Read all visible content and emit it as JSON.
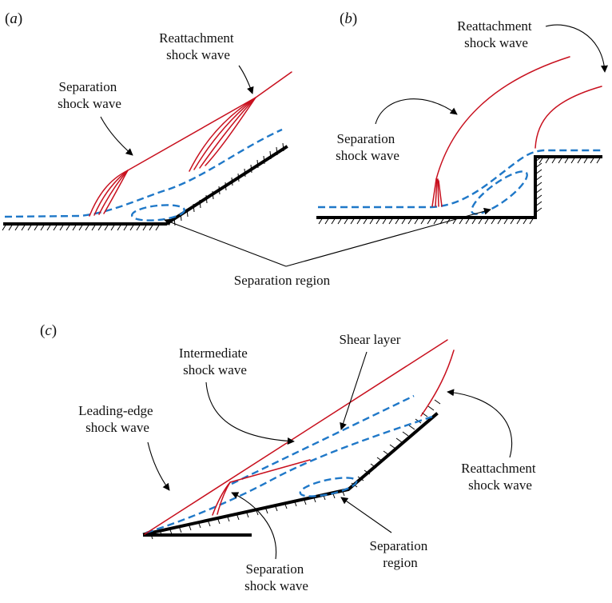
{
  "colors": {
    "shock": "#c8101e",
    "separation_streamline": "#1f78c8",
    "wall": "#000000",
    "text": "#111111"
  },
  "panels": {
    "a": {
      "tag_open": "(",
      "tag_letter": "a",
      "tag_close": ")",
      "reattachment_label": [
        "Reattachment",
        "shock wave"
      ],
      "separation_label": [
        "Separation",
        "shock wave"
      ]
    },
    "b": {
      "tag_open": "(",
      "tag_letter": "b",
      "tag_close": ")",
      "reattachment_label": [
        "Reattachment",
        "shock wave"
      ],
      "separation_label": [
        "Separation",
        "shock wave"
      ]
    },
    "shared": {
      "separation_region_label": "Separation region"
    },
    "c": {
      "tag_open": "(",
      "tag_letter": "c",
      "tag_close": ")",
      "intermediate_label": [
        "Intermediate",
        "shock wave"
      ],
      "shear_layer_label": "Shear layer",
      "leading_edge_label": [
        "Leading-edge",
        "shock wave"
      ],
      "reattachment_label": [
        "Reattachment",
        "shock wave"
      ],
      "separation_region_label": [
        "Separation",
        "region"
      ],
      "separation_shock_label": [
        "Separation",
        "shock wave"
      ]
    }
  }
}
